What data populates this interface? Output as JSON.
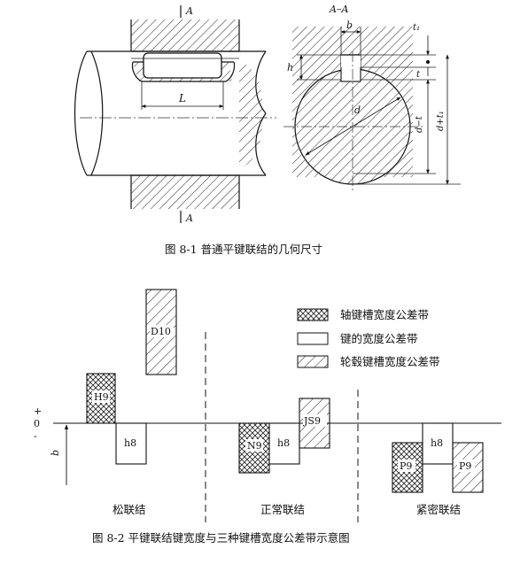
{
  "figure1": {
    "caption": "图 8-1    普通平键联结的几何尺寸",
    "section_mark_top": "A",
    "section_mark_bottom": "A",
    "section_title": "A–A",
    "dims": {
      "L": "L",
      "b": "b",
      "t1": "t₁",
      "h": "h",
      "t": "t",
      "d": "d",
      "d_minus_t": "d−t",
      "d_plus_t1": "d+t₁"
    }
  },
  "figure2": {
    "caption": "图 8-2    平键联结键宽度与三种键槽宽度公差带示意图",
    "legend": [
      {
        "pattern": "crosshatch",
        "label": "轴键槽宽度公差带"
      },
      {
        "pattern": "blank",
        "label": "键的宽度公差带"
      },
      {
        "pattern": "diagonal",
        "label": "轮毂键槽宽度公差带"
      }
    ],
    "axis": {
      "plus": "+",
      "zero": "0",
      "minus": "-",
      "b": "b"
    },
    "groups": [
      {
        "name": "松联结",
        "boxes": [
          {
            "label": "H9",
            "pattern": "crosshatch"
          },
          {
            "label": "h8",
            "pattern": "blank"
          },
          {
            "label": "D10",
            "pattern": "diagonal"
          }
        ]
      },
      {
        "name": "正常联结",
        "boxes": [
          {
            "label": "N9",
            "pattern": "crosshatch"
          },
          {
            "label": "h8",
            "pattern": "blank"
          },
          {
            "label": "JS9",
            "pattern": "diagonal"
          }
        ]
      },
      {
        "name": "紧密联结",
        "boxes": [
          {
            "label": "P9",
            "pattern": "crosshatch"
          },
          {
            "label": "h8",
            "pattern": "blank"
          },
          {
            "label": "P9",
            "pattern": "diagonal"
          }
        ]
      }
    ]
  }
}
